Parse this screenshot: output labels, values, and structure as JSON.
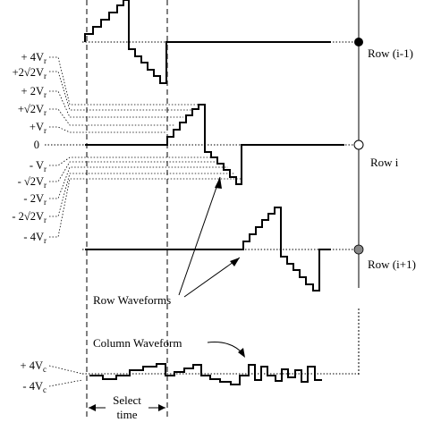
{
  "voltage_levels": [
    {
      "label": "+ 4V",
      "sub": "r"
    },
    {
      "label": "+2√2V",
      "sub": "r"
    },
    {
      "label": "+ 2V",
      "sub": "r"
    },
    {
      "label": "+√2V",
      "sub": "r"
    },
    {
      "label": "+V",
      "sub": "r"
    },
    {
      "label": "0",
      "sub": ""
    },
    {
      "label": "- V",
      "sub": "r"
    },
    {
      "label": "- √2V",
      "sub": "r"
    },
    {
      "label": "- 2V",
      "sub": "r"
    },
    {
      "label": "- 2√2V",
      "sub": "r"
    },
    {
      "label": "- 4V",
      "sub": "r"
    }
  ],
  "row_labels": {
    "prev": "Row (i-1)",
    "cur": "Row i",
    "next": "Row (i+1)"
  },
  "annotations": {
    "row_waveforms": "Row Waveforms",
    "column_waveform": "Column Waveform",
    "select_time_line1": "Select",
    "select_time_line2": "time"
  },
  "column_levels": {
    "plus": {
      "label": "+ 4V",
      "sub": "c"
    },
    "minus": {
      "label": "- 4V",
      "sub": "c"
    }
  }
}
